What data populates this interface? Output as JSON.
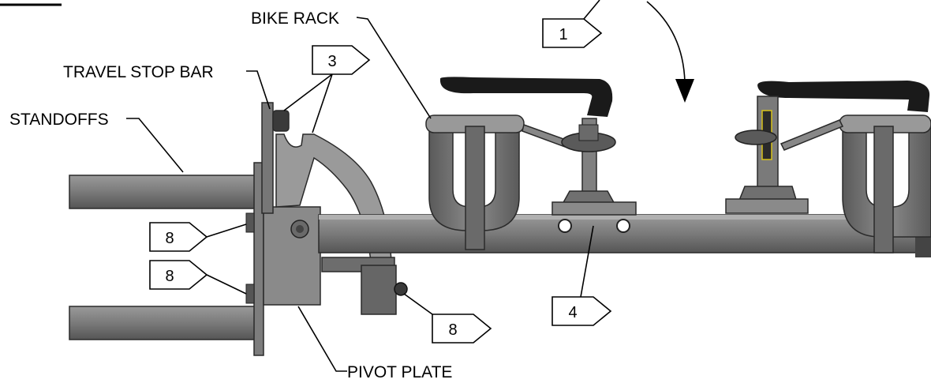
{
  "labels": {
    "bike_rack": "BIKE RACK",
    "travel_stop_bar": "TRAVEL STOP BAR",
    "standoffs": "STANDOFFS",
    "pivot_plate": "PIVOT PLATE"
  },
  "callouts": {
    "c1": "1",
    "c3": "3",
    "c4": "4",
    "c8_upper": "8",
    "c8_middle": "8",
    "c8_lower": "8"
  },
  "colors": {
    "metal_dark": "#6b6b6b",
    "metal_mid": "#8a8a8a",
    "metal_light": "#a8a8a8",
    "rubber": "#1a1a1a",
    "accent_yellow": "#d8c21a"
  }
}
